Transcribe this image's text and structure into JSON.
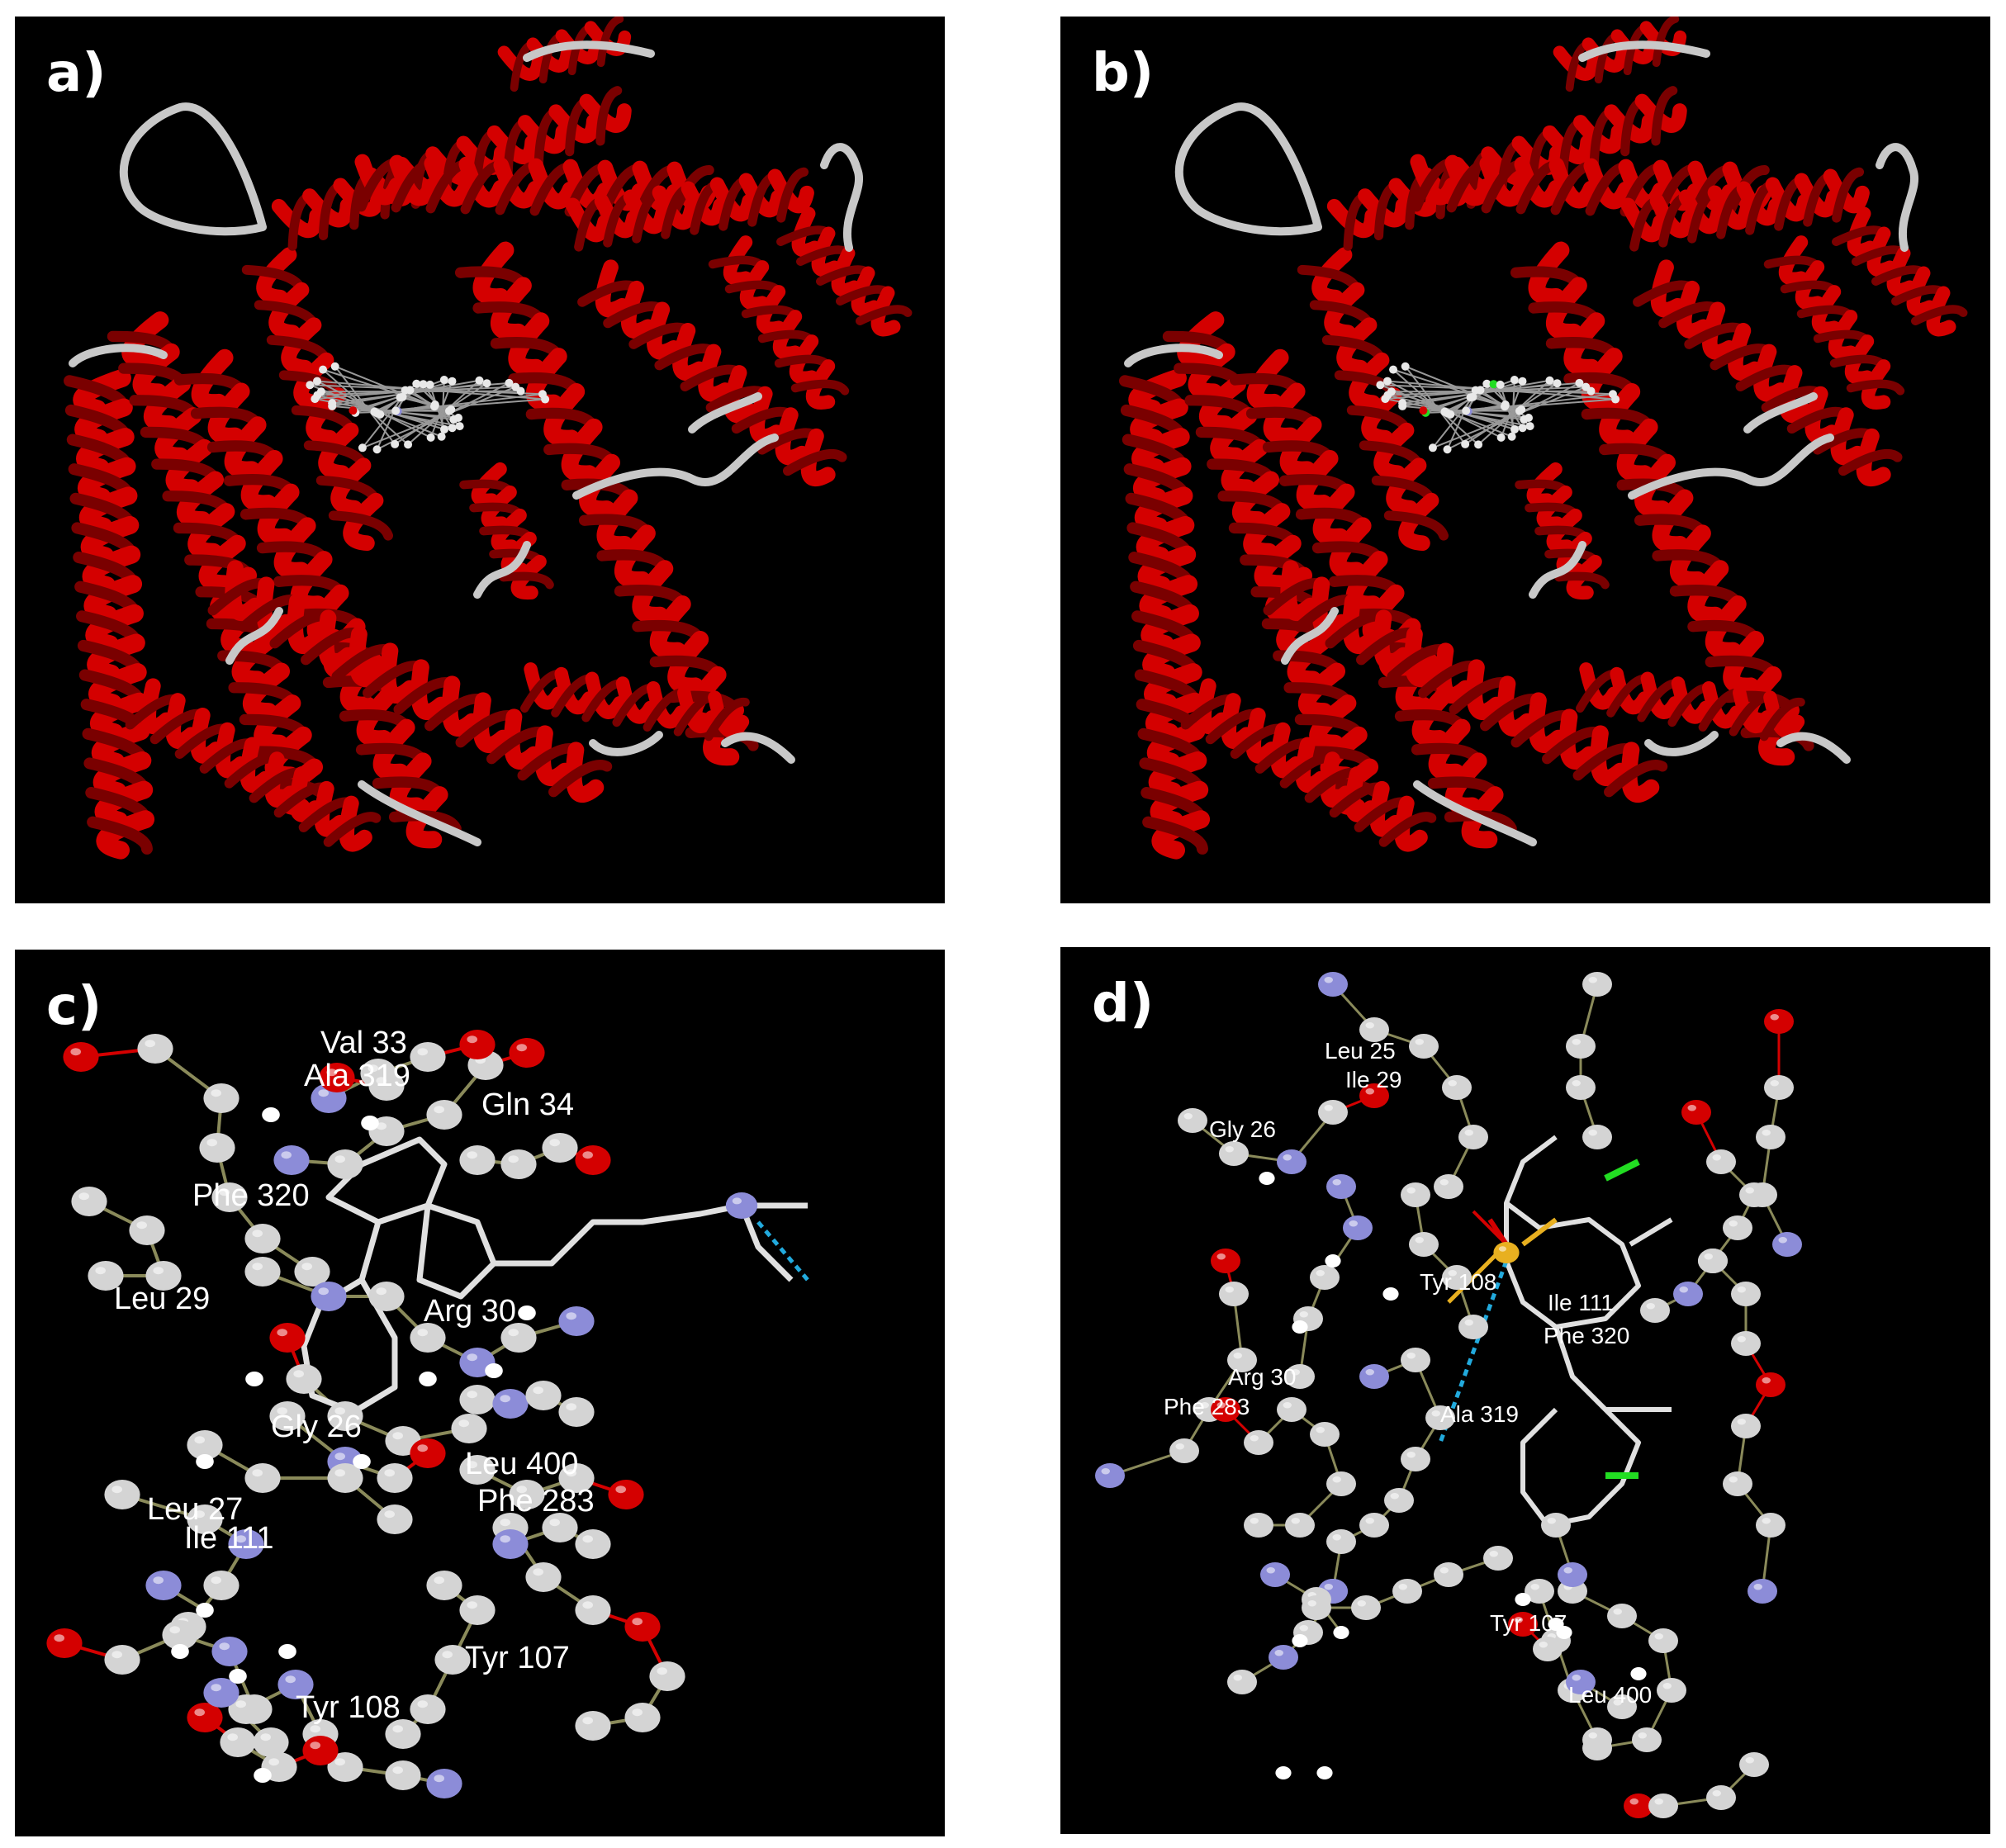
{
  "panels": [
    {
      "id": "a",
      "label": "a)"
    },
    {
      "id": "b",
      "label": "b)"
    },
    {
      "id": "c",
      "label": "c)",
      "residues": [
        "Val 33",
        "Ala 319",
        "Gln 34",
        "Phe 320",
        "Leu 29",
        "Arg 30",
        "Gly 26",
        "Leu 400",
        "Phe 283",
        "Leu 27",
        "Ile 111",
        "Tyr 107",
        "Tyr 108"
      ]
    },
    {
      "id": "d",
      "label": "d)",
      "residues": [
        "Leu 25",
        "Ile 29",
        "Gly 26",
        "Tyr 108",
        "Ile 111",
        "Phe 320",
        "Arg 30",
        "Phe 283",
        "Ala 319",
        "Tyr 107",
        "Leu 400"
      ]
    }
  ],
  "colors": {
    "background": "#000000",
    "helix": "#d40000",
    "helix_shade": "#7a0000",
    "coil": "#c8c8c8",
    "carbon": "#d4d4d4",
    "nitrogen": "#8c8cd8",
    "oxygen": "#d40000",
    "chlorine": "#22dd22",
    "sulfur": "#e8b020",
    "hbond": "#22aadd",
    "bond": "#8a8a5a"
  }
}
